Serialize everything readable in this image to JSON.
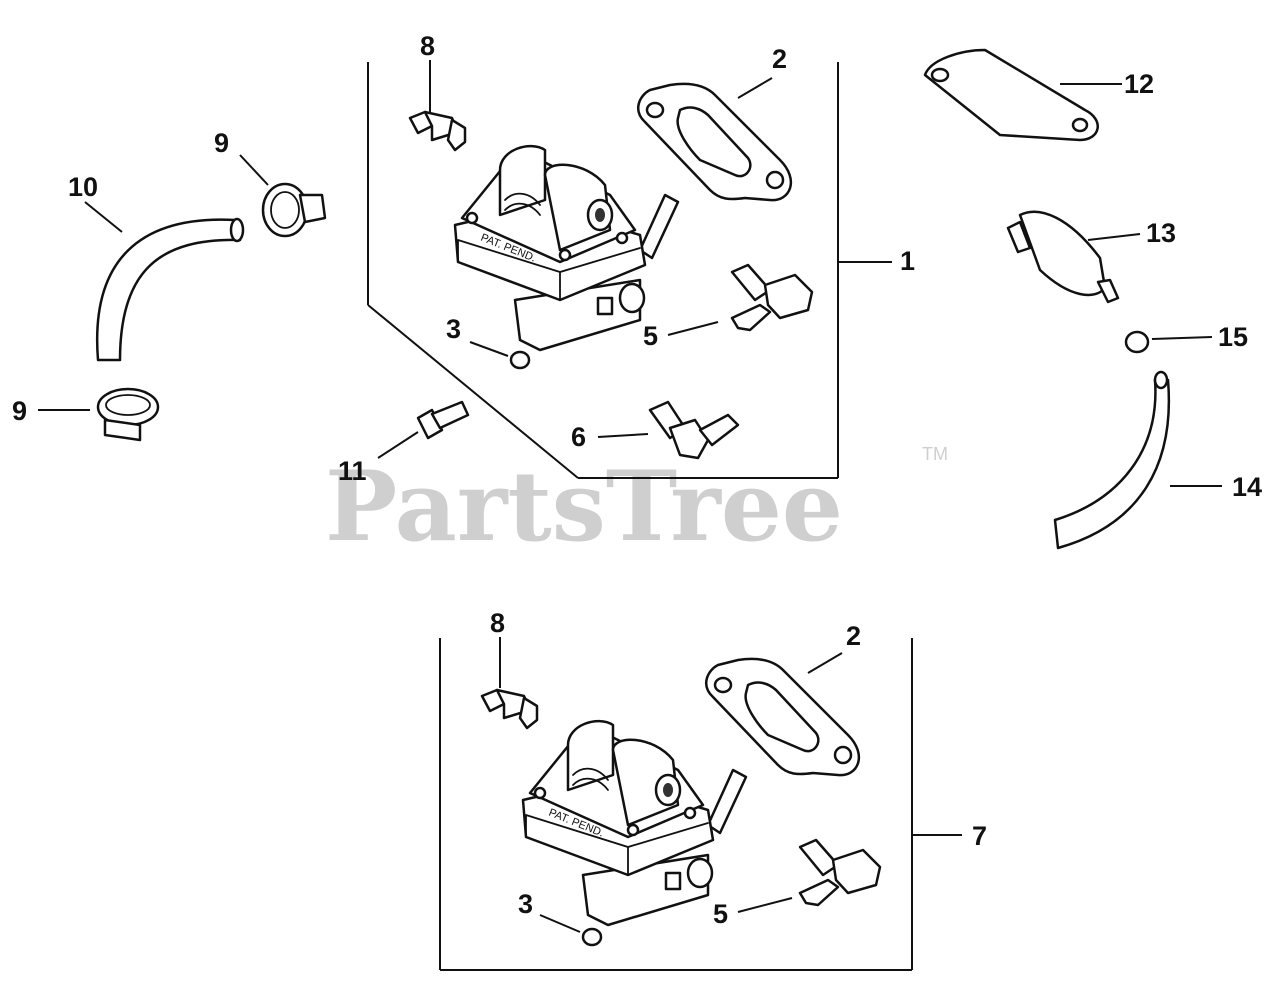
{
  "watermark": {
    "brand": "PartsTree",
    "trademark": "TM"
  },
  "callouts": [
    {
      "id": "c1",
      "label": "1"
    },
    {
      "id": "c2a",
      "label": "2"
    },
    {
      "id": "c2b",
      "label": "2"
    },
    {
      "id": "c3a",
      "label": "3"
    },
    {
      "id": "c3b",
      "label": "3"
    },
    {
      "id": "c5a",
      "label": "5"
    },
    {
      "id": "c5b",
      "label": "5"
    },
    {
      "id": "c6",
      "label": "6"
    },
    {
      "id": "c7",
      "label": "7"
    },
    {
      "id": "c8a",
      "label": "8"
    },
    {
      "id": "c8b",
      "label": "8"
    },
    {
      "id": "c9a",
      "label": "9"
    },
    {
      "id": "c9b",
      "label": "9"
    },
    {
      "id": "c10",
      "label": "10"
    },
    {
      "id": "c11",
      "label": "11"
    },
    {
      "id": "c12",
      "label": "12"
    },
    {
      "id": "c13",
      "label": "13"
    },
    {
      "id": "c14",
      "label": "14"
    },
    {
      "id": "c15",
      "label": "15"
    }
  ],
  "pump_marking": "PAT. PEND."
}
